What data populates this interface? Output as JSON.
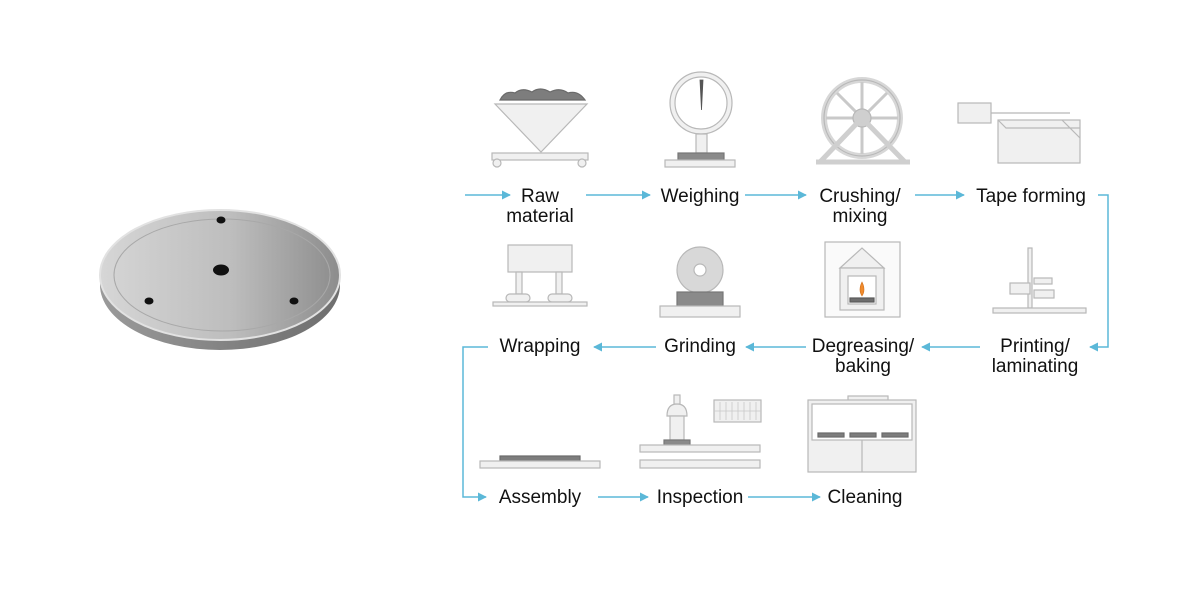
{
  "colors": {
    "arrow": "#5bb8d8",
    "machine_fill": "#f0f0f0",
    "machine_stroke": "#b8b8b8",
    "dark_part": "#8a8a8a",
    "plate_light": "#c9c9c9",
    "plate_dark": "#8e8e8e"
  },
  "product": {
    "name": "ceramic-plate",
    "holes": 4
  },
  "steps": [
    {
      "id": "raw-material",
      "label_lines": [
        "Raw",
        "material"
      ],
      "icon": "hopper-icon"
    },
    {
      "id": "weighing",
      "label_lines": [
        "Weighing"
      ],
      "icon": "scale-icon"
    },
    {
      "id": "crushing-mixing",
      "label_lines": [
        "Crushing/",
        "mixing"
      ],
      "icon": "mill-icon"
    },
    {
      "id": "tape-forming",
      "label_lines": [
        "Tape forming"
      ],
      "icon": "tape-caster-icon"
    },
    {
      "id": "printing-laminating",
      "label_lines": [
        "Printing/",
        "laminating"
      ],
      "icon": "printer-icon"
    },
    {
      "id": "degreasing-baking",
      "label_lines": [
        "Degreasing/",
        "baking"
      ],
      "icon": "furnace-icon"
    },
    {
      "id": "grinding",
      "label_lines": [
        "Grinding"
      ],
      "icon": "grinder-icon"
    },
    {
      "id": "wrapping",
      "label_lines": [
        "Wrapping"
      ],
      "icon": "press-icon"
    },
    {
      "id": "assembly",
      "label_lines": [
        "Assembly"
      ],
      "icon": "assembly-plate-icon"
    },
    {
      "id": "inspection",
      "label_lines": [
        "Inspection"
      ],
      "icon": "inspection-machine-icon"
    },
    {
      "id": "cleaning",
      "label_lines": [
        "Cleaning"
      ],
      "icon": "cleaning-tank-icon"
    }
  ]
}
